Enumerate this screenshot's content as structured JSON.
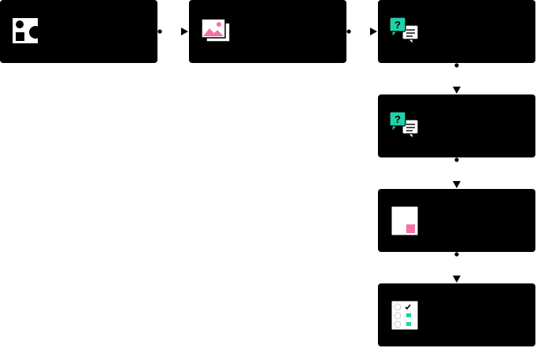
{
  "colors": {
    "background": "#ffffff",
    "node_fill": "#000000",
    "connector": "#000000",
    "accent_teal": "#1fd0a8",
    "accent_pink": "#f472a6",
    "icon_white": "#ffffff"
  },
  "nodes": [
    {
      "id": "shapes",
      "icon": "shapes-icon",
      "label": ""
    },
    {
      "id": "image",
      "icon": "image-gallery-icon",
      "label": ""
    },
    {
      "id": "qa-1",
      "icon": "question-answer-icon",
      "label": ""
    },
    {
      "id": "qa-2",
      "icon": "question-answer-icon",
      "label": ""
    },
    {
      "id": "panel",
      "icon": "pink-square-panel-icon",
      "label": ""
    },
    {
      "id": "checklist",
      "icon": "checklist-icon",
      "label": ""
    }
  ],
  "edges": [
    {
      "from": "shapes",
      "to": "image"
    },
    {
      "from": "image",
      "to": "qa-1"
    },
    {
      "from": "qa-1",
      "to": "qa-2"
    },
    {
      "from": "qa-2",
      "to": "panel"
    },
    {
      "from": "panel",
      "to": "checklist"
    }
  ]
}
